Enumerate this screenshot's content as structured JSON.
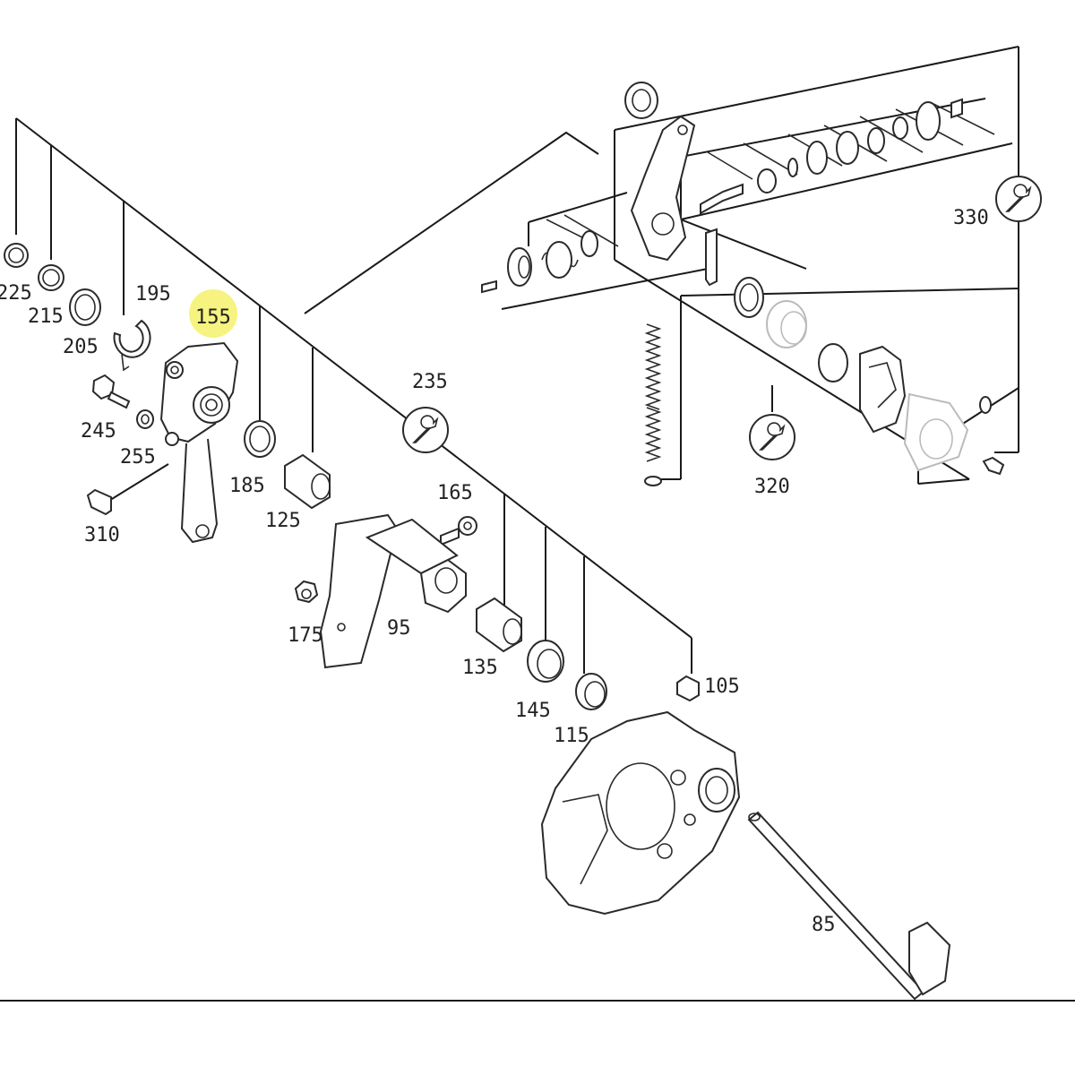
{
  "highlight_color": "#f4f16a",
  "line_color": "#1a1a1a",
  "callouts": {
    "c225": "225",
    "c215": "215",
    "c205": "205",
    "c195": "195",
    "c155": "155",
    "c245": "245",
    "c255": "255",
    "c310": "310",
    "c185": "185",
    "c125": "125",
    "c235": "235",
    "c165": "165",
    "c175": "175",
    "c95": "95",
    "c135": "135",
    "c145": "145",
    "c115": "115",
    "c105": "105",
    "c85": "85",
    "c320": "320",
    "c330": "330"
  },
  "highlighted_callout": "155",
  "icons": [
    "wrench-icon"
  ]
}
